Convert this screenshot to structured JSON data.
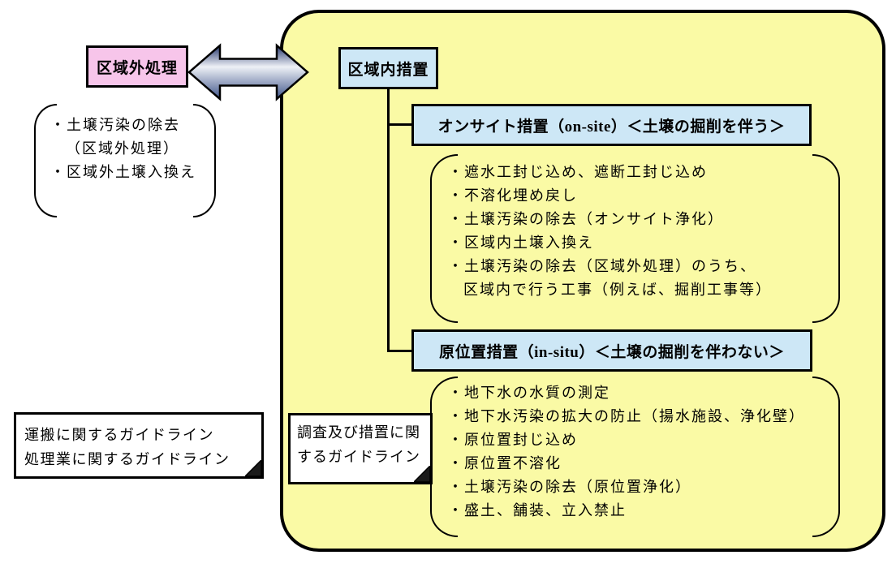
{
  "colors": {
    "container_yellow": "#FAFAA5",
    "box_blue": "#CDE7F6",
    "box_pink": "#F7C5EA",
    "arrow_dark": "#24356B",
    "arrow_light": "#EEF1F6",
    "arrow_mid": "#3F548A"
  },
  "offsite_box": {
    "label": "区域外処理"
  },
  "offsite_list": {
    "lines": [
      "・土壌汚染の除去",
      "（区域外処理）",
      "・区域外土壌入換え"
    ]
  },
  "inzone_box": {
    "label": "区域内措置"
  },
  "onsite": {
    "header": "オンサイト措置（on-site）＜土壌の掘削を伴う＞",
    "lines": [
      "・遮水工封じ込め、遮断工封じ込め",
      "・不溶化埋め戻し",
      "・土壌汚染の除去（オンサイト浄化）",
      "・区域内土壌入換え",
      "・土壌汚染の除去（区域外処理）のうち、",
      "区域内で行う工事（例えば、掘削工事等）"
    ]
  },
  "insitu": {
    "header": "原位置措置（in-situ）＜土壌の掘削を伴わない＞",
    "lines": [
      "・地下水の水質の測定",
      "・地下水汚染の拡大の防止（揚水施設、浄化壁）",
      "・原位置封じ込め",
      "・原位置不溶化",
      "・土壌汚染の除去（原位置浄化）",
      "・盛土、舗装、立入禁止"
    ]
  },
  "notes": {
    "transport": {
      "lines": [
        "運搬に関するガイドライン",
        "処理業に関するガイドライン"
      ]
    },
    "survey": {
      "text": "調査及び措置に関するガイドライン"
    }
  }
}
